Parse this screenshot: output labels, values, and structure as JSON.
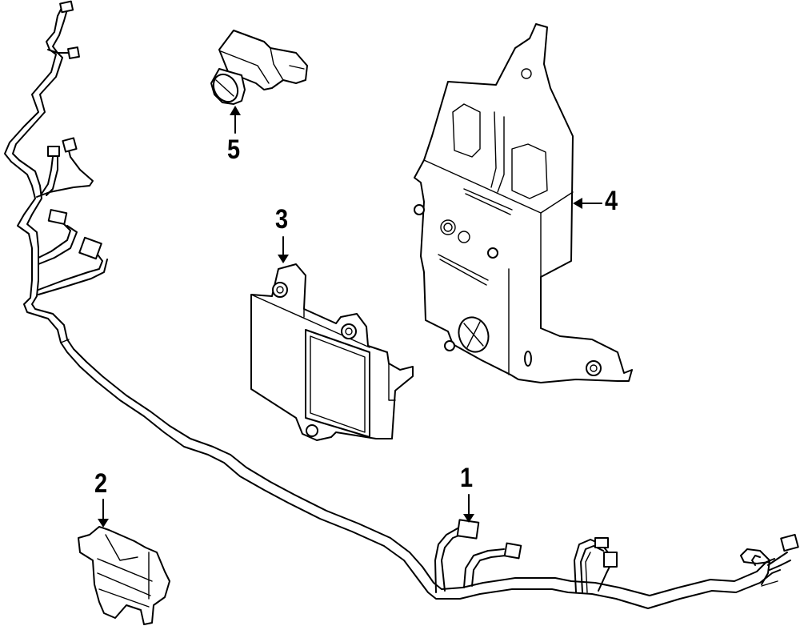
{
  "diagram": {
    "type": "exploded-parts-diagram",
    "colors": {
      "line": "#000000",
      "background": "#ffffff"
    },
    "callouts": [
      {
        "number": "1",
        "part": "wiring-harness"
      },
      {
        "number": "2",
        "part": "connector-sensor"
      },
      {
        "number": "3",
        "part": "control-module"
      },
      {
        "number": "4",
        "part": "module-bracket"
      },
      {
        "number": "5",
        "part": "camera-sensor"
      }
    ]
  }
}
